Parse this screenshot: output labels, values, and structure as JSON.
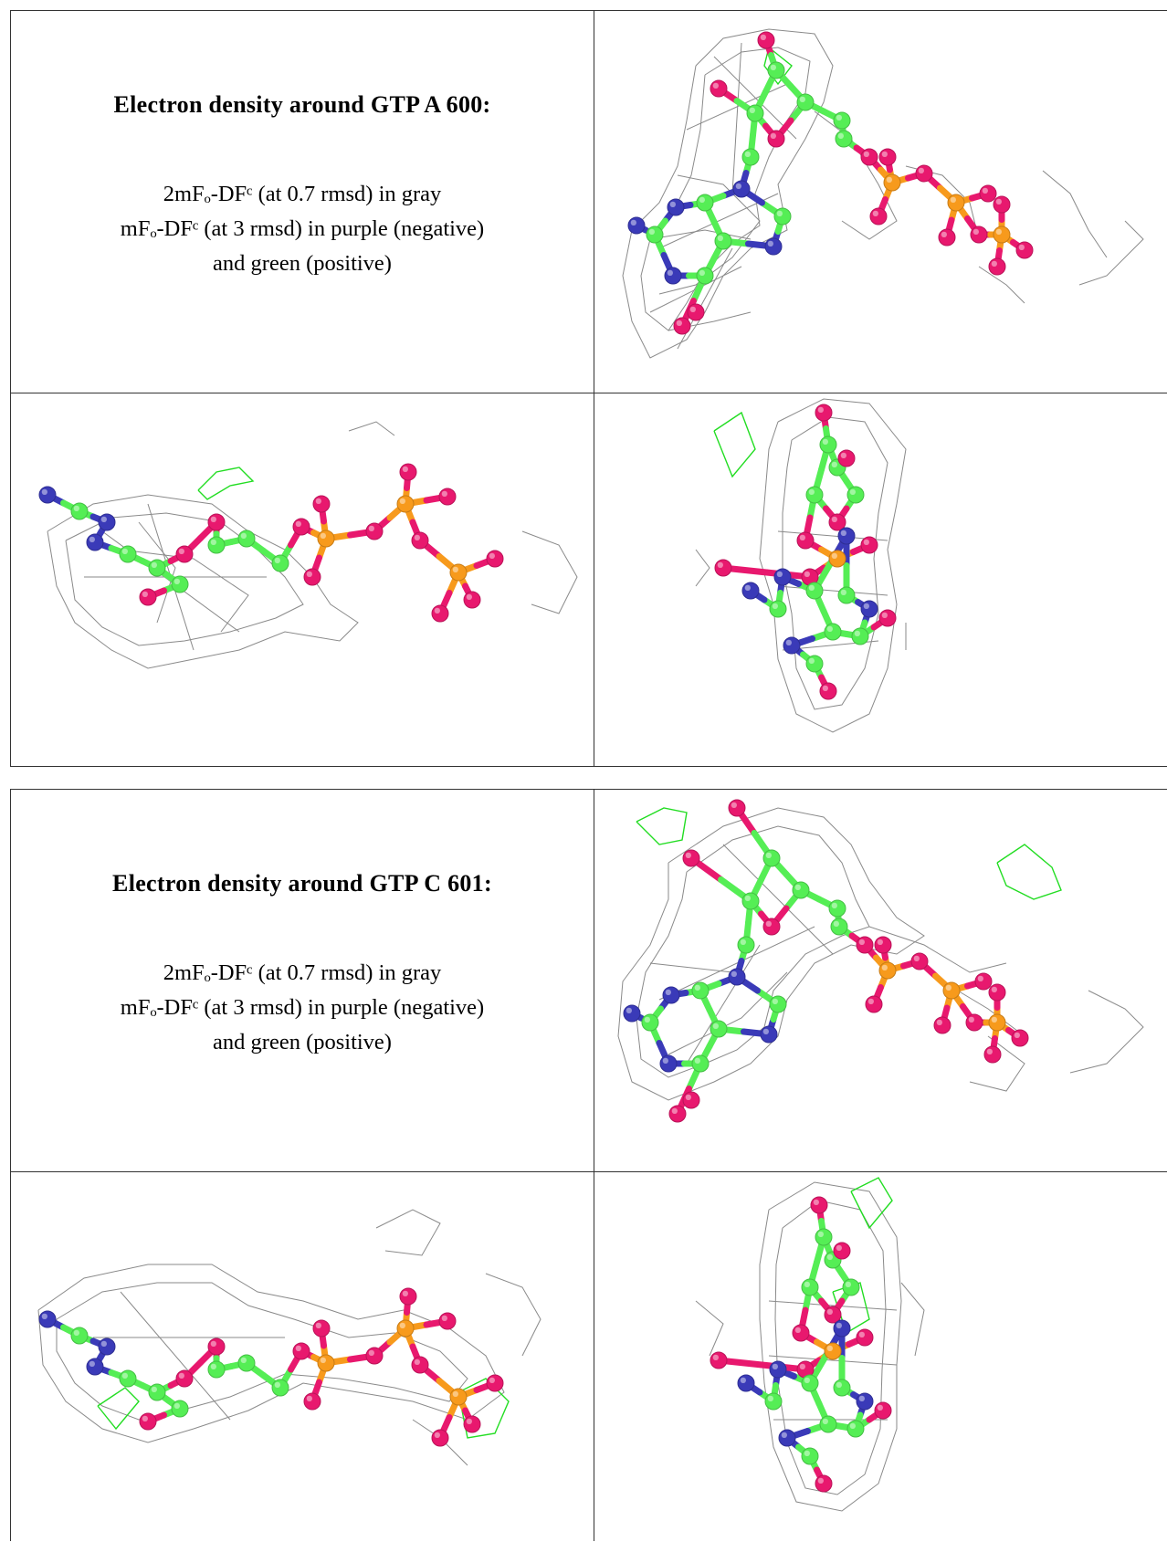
{
  "panels": [
    {
      "heading": "Electron density around GTP A 600:",
      "line1": "2mFₒ-DFᶜ (at 0.7 rmsd) in gray",
      "line2": "mFₒ-DFᶜ (at 3 rmsd) in purple (negative)",
      "line3": "and green (positive)"
    },
    {
      "heading": "Electron density around GTP C 601:",
      "line1": "2mFₒ-DFᶜ (at 0.7 rmsd) in gray",
      "line2": "mFₒ-DFᶜ (at 3 rmsd) in purple (negative)",
      "line3": "and green (positive)"
    }
  ],
  "colors": {
    "carbon": "#55ee55",
    "nitrogen": "#3a3ab8",
    "oxygen": "#e8186e",
    "phosphorus": "#f79a1c",
    "mesh_2fofc": "#8a8a8a",
    "mesh_fofc_positive": "#22dd22"
  }
}
